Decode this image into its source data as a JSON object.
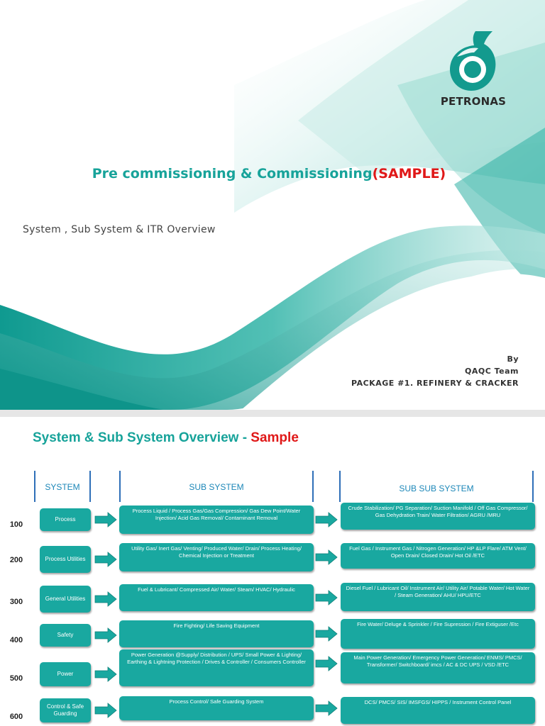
{
  "cover": {
    "brand_name": "PETRONAS",
    "title_main": "Pre commissioning & Commissioning",
    "title_highlight": "(SAMPLE)",
    "subtitle": "System , Sub System & ITR Overview",
    "by_label": "By",
    "author": "QAQC Team",
    "package": "PACKAGE #1. REFINERY & CRACKER",
    "colors": {
      "accent": "#17a39a",
      "highlight": "#e01818"
    }
  },
  "overview": {
    "title_main": "System & Sub System Overview - ",
    "title_highlight": "Sample",
    "headers": {
      "system": "SYSTEM",
      "sub_system": "SUB SYSTEM",
      "sub_sub_system": "SUB SUB SYSTEM"
    },
    "rows": [
      {
        "number": "100",
        "system": "Process",
        "sub_system": "Process Liquid / Process Gas/Gas Compression/ Gas Dew Point/Water Injection/ Acid Gas Removal/ Contaminant Removal",
        "sub_sub_system": "Crude Stabilization/ PG Separation/ Suction Manifold / Off Gas Compressor/ Gas Dehydration Train/ Water Filtration/ AGRU /MRU"
      },
      {
        "number": "200",
        "system": "Process Utilities",
        "sub_system": "Utility Gas/ Inert Gas/ Venting/ Produced Water/ Drain/ Process Heating/ Chemical Injection or Treatment",
        "sub_sub_system": "Fuel Gas / Instrument Gas / Nitrogen Generation/ HP &LP Flare/ ATM Vent/ Open Drain/ Closed Drain/ Hot Oil /ETC"
      },
      {
        "number": "300",
        "system": "General Utilities",
        "sub_system": "Fuel & Lubricant/ Compressed Air/ Water/ Steam/ HVAC/ Hydraulic",
        "sub_sub_system": "Diesel Fuel / Lubricant Oil/ Instrument Air/ Utility Air/ Potable Water/ Hot Water / Steam Generation/ AHU/ HPU/ETC"
      },
      {
        "number": "400",
        "system": "Safety",
        "sub_system": "Fire Fighting/ Life Saving Equipment",
        "sub_sub_system": "Fire Water/ Deluge & Sprinkler / Fire Supression / Fire Extiguser /Etc"
      },
      {
        "number": "500",
        "system": "Power",
        "sub_system": "Power Generation @Supply/ Distribution / UPS/ Small Power & Lighting/ Earthing & Lightning Protection / Drives & Controller / Consumers Controller",
        "sub_sub_system": "Main Power Generation/ Emergency Power Generation/ ENMS/ PMCS/ Transformer/ Switchboard/ imcs / AC & DC UPS / VSD /ETC"
      },
      {
        "number": "600",
        "system": "Control & Safe Guarding",
        "sub_system": "Process Control/ Safe Guarding System",
        "sub_sub_system": "DCS/ PMCS/ SIS/ IMSFGS/ HIPPS / Instrument Control Panel"
      }
    ]
  }
}
